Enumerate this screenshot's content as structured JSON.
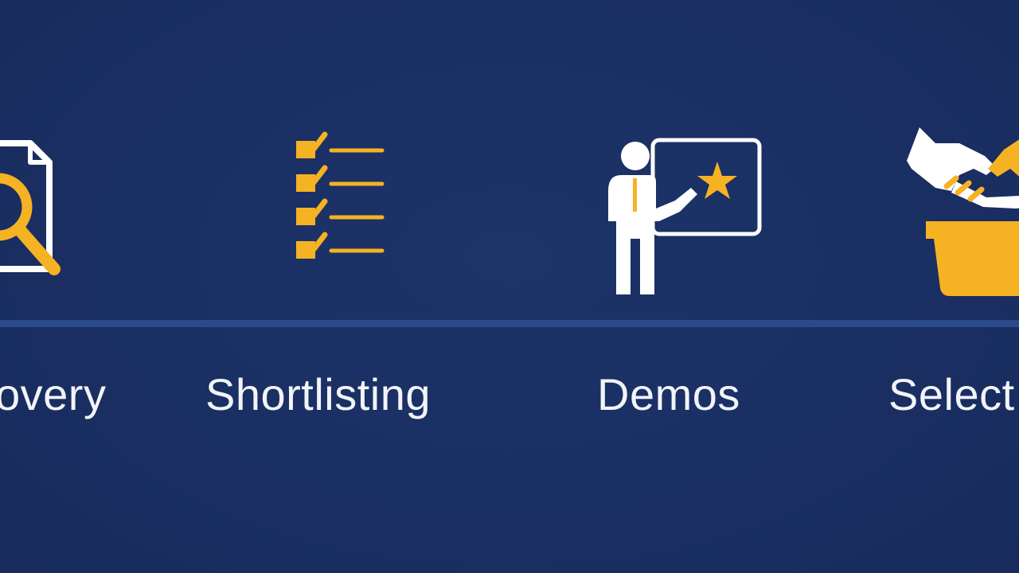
{
  "colors": {
    "background": "#1a2f63",
    "timeline": "#2b4a8c",
    "accent": "#f5b223",
    "icon_light": "#ffffff",
    "text": "#f2f4f8"
  },
  "steps": [
    {
      "label": "overy",
      "icon": "document-search-icon"
    },
    {
      "label": "Shortlisting",
      "icon": "checklist-icon"
    },
    {
      "label": "Demos",
      "icon": "presenter-board-icon"
    },
    {
      "label": "Select",
      "icon": "handshake-basket-icon"
    }
  ]
}
